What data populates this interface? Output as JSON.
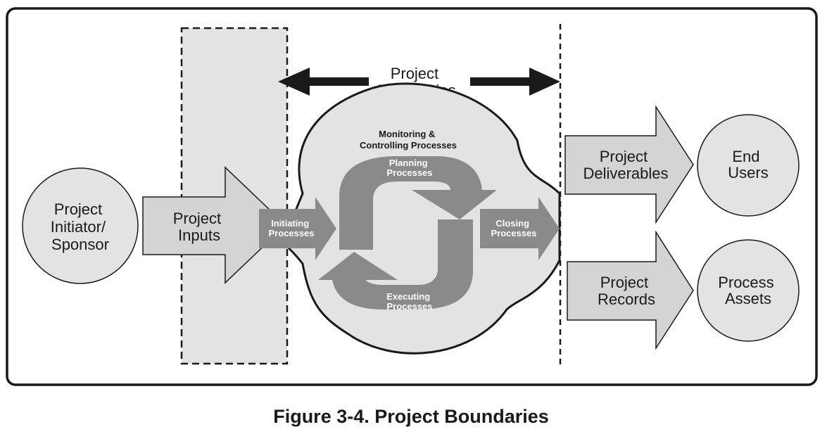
{
  "diagram": {
    "boundary_label": [
      "Project",
      "Boundaries"
    ],
    "sponsor": [
      "Project",
      "Initiator/",
      "Sponsor"
    ],
    "inputs": [
      "Project",
      "Inputs"
    ],
    "monitoring": [
      "Monitoring &",
      "Controlling Processes"
    ],
    "planning": [
      "Planning",
      "Processes"
    ],
    "initiating": [
      "Initiating",
      "Processes"
    ],
    "executing": [
      "Executing",
      "Processes"
    ],
    "closing": [
      "Closing",
      "Processes"
    ],
    "deliverables": [
      "Project",
      "Deliverables"
    ],
    "end_users": [
      "End",
      "Users"
    ],
    "records": [
      "Project",
      "Records"
    ],
    "process_assets": [
      "Process",
      "Assets"
    ]
  },
  "caption": "Figure 3-4. Project Boundaries",
  "colors": {
    "light_fill": "#e3e3e3",
    "arrow_fill": "#d4d4d4",
    "process_gray": "#8a8a8a",
    "outline": "#1a1a1a"
  }
}
